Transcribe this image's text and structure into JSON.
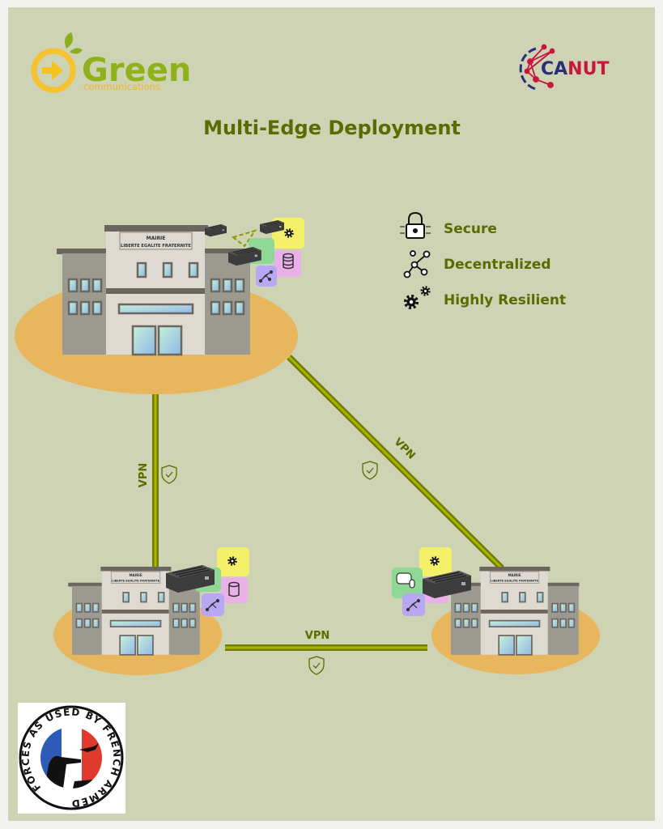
{
  "title": "Multi-Edge Deployment",
  "logos": {
    "green_main": "Green",
    "green_sub": "communications",
    "canut_a": "CA",
    "canut_b": "NUT",
    "badge_text": "FORCES AS USED BY FRENCH ARMED"
  },
  "building_sign": {
    "line1": "MAIRIE",
    "line2": "LIBERTE EGALITE FRATERNITE"
  },
  "legend": [
    {
      "icon": "lock-icon",
      "label": "Secure"
    },
    {
      "icon": "network-nodes-icon",
      "label": "Decentralized"
    },
    {
      "icon": "gears-icon",
      "label": "Highly Resilient"
    }
  ],
  "links": [
    {
      "label": "VPN"
    },
    {
      "label": "VPN"
    },
    {
      "label": "VPN"
    }
  ],
  "colors": {
    "background": "#cdd3b3",
    "accent": "#5b6b00",
    "link": "#7d8c00",
    "ground": "#e8b65c"
  }
}
